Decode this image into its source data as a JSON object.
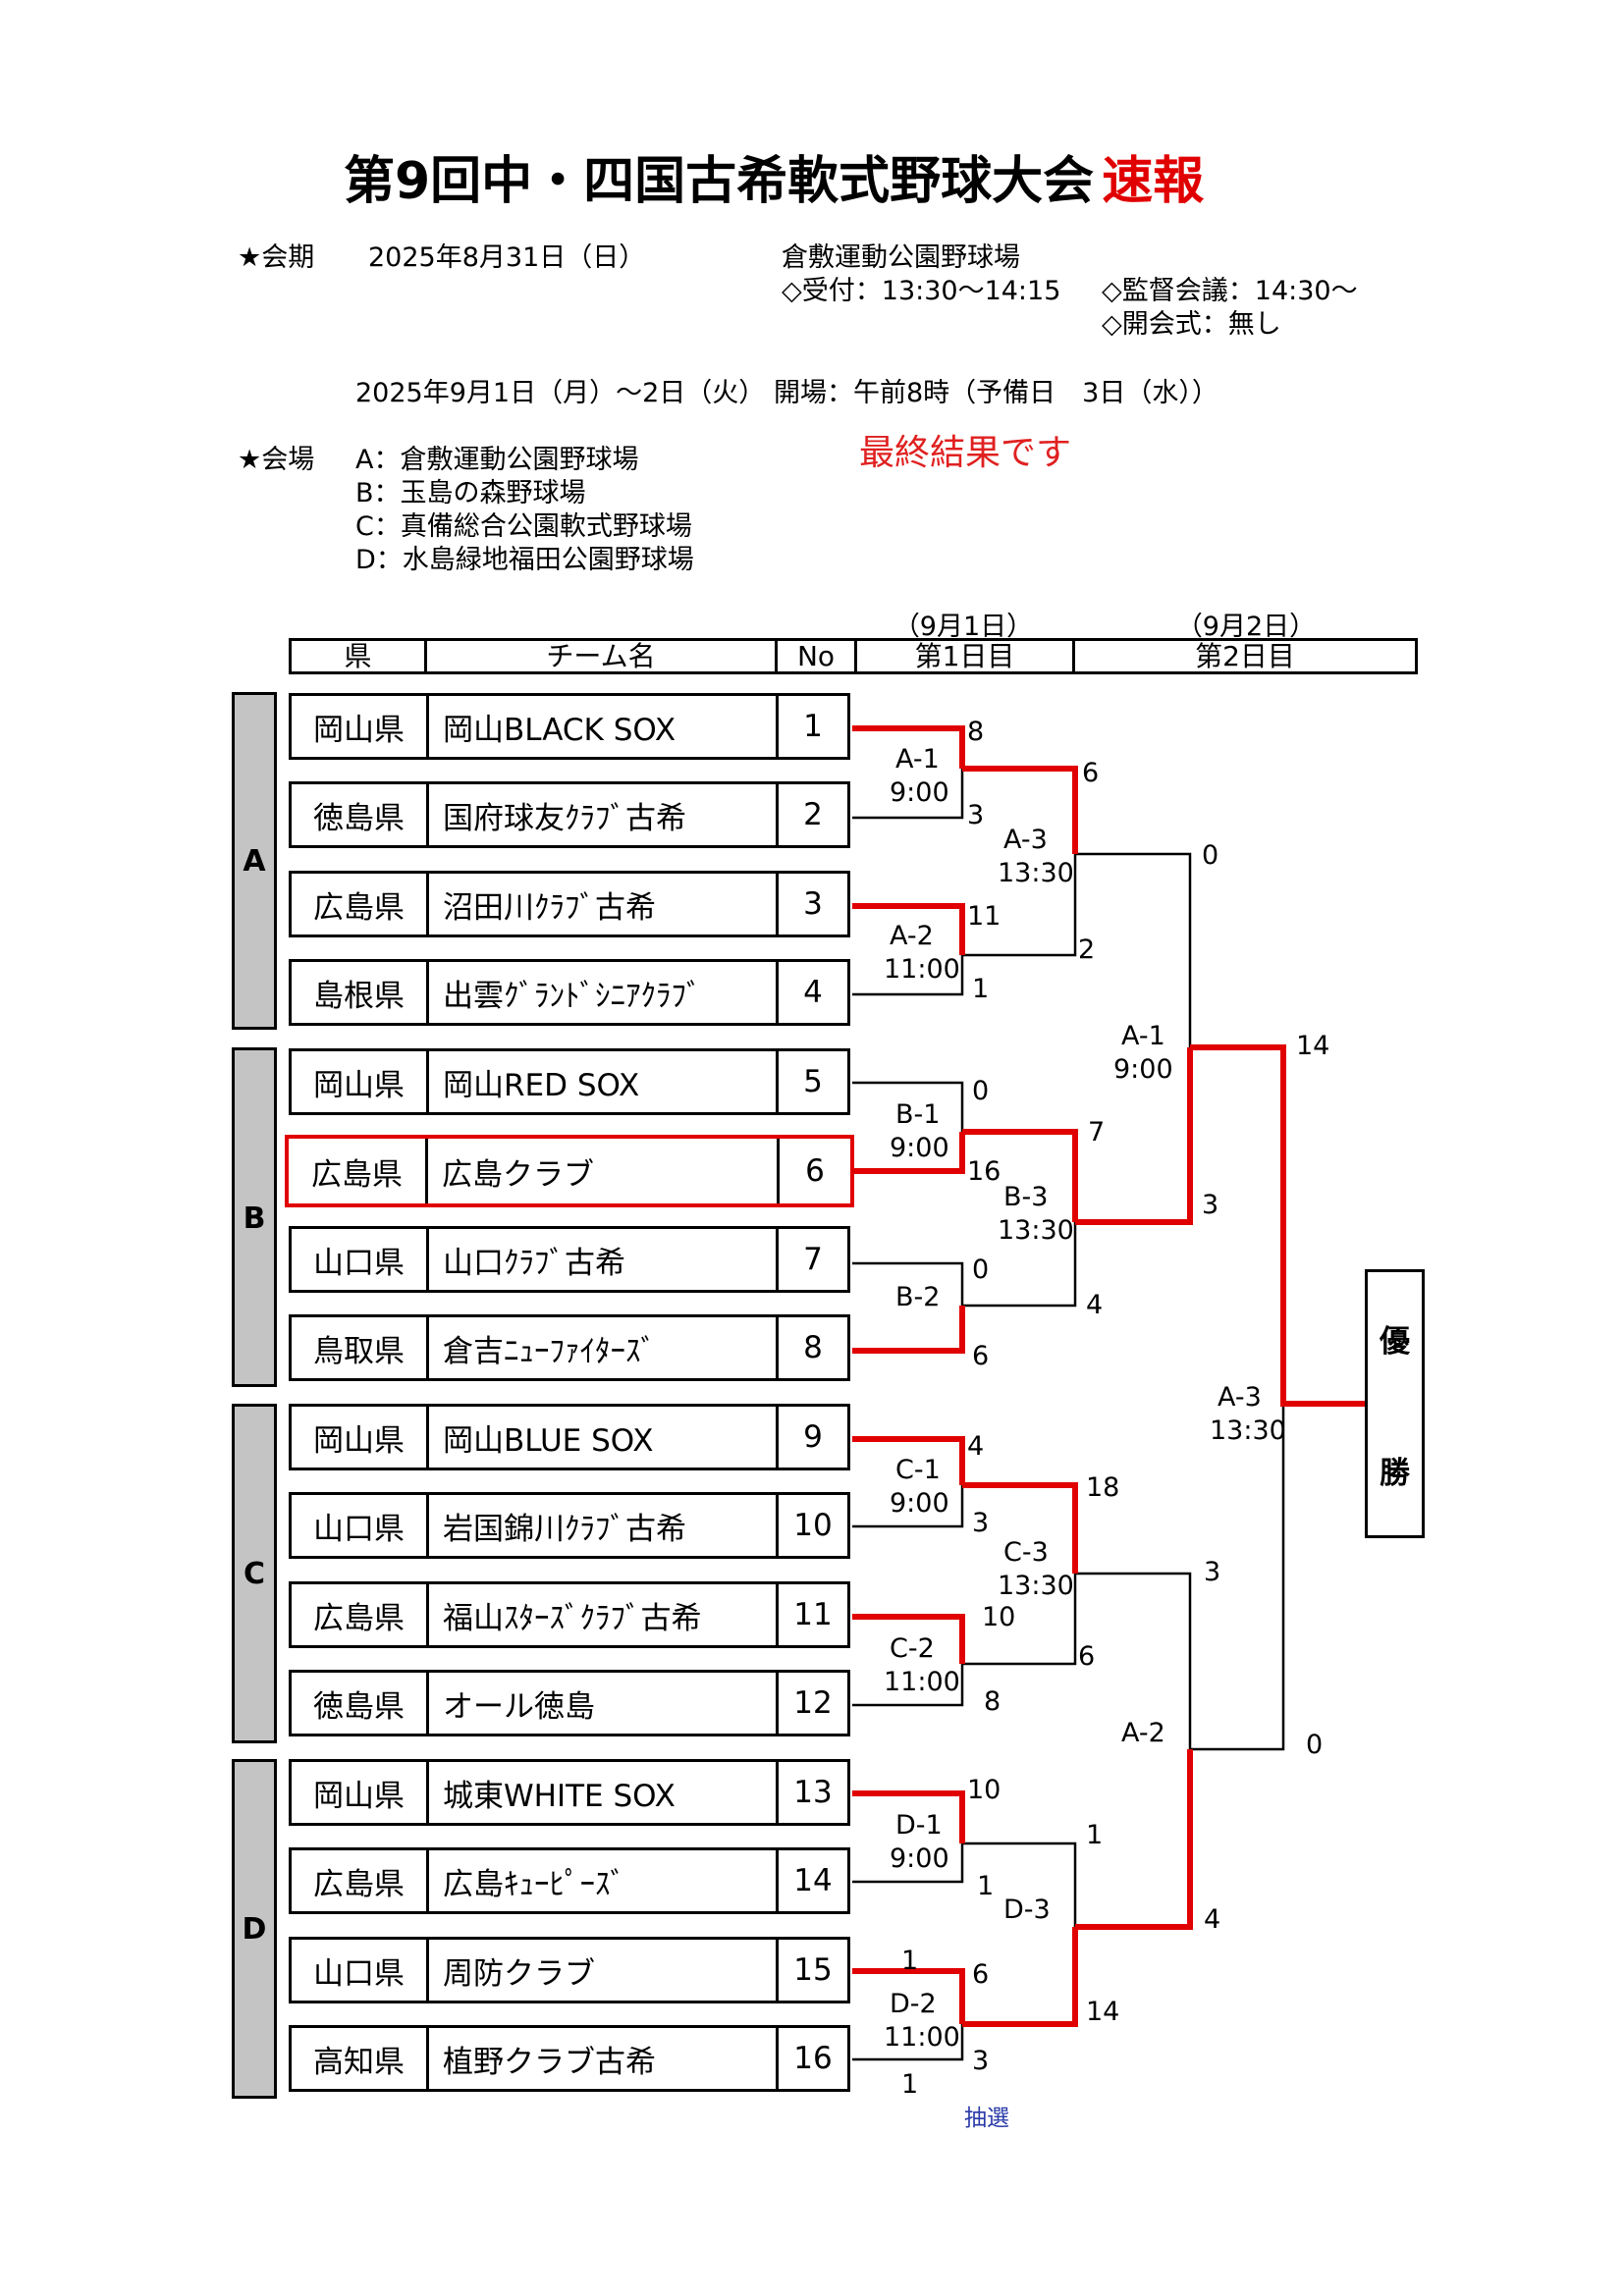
{
  "title": {
    "main": "第9回中・四国古希軟式野球大会",
    "flash": "速報"
  },
  "meeting": {
    "label": "★会期",
    "date": "2025年8月31日（日）",
    "venue": "倉敷運動公園野球場",
    "reception": "◇受付：13:30～14:15",
    "manager_meeting": "◇監督会議：14:30～",
    "opening": "◇開会式：無し"
  },
  "schedule": {
    "dates": "2025年9月1日（月）～2日（火）",
    "opening_time": "開場：午前8時（予備日　3日（水））"
  },
  "venues": {
    "label": "★会場",
    "list": [
      "A：倉敷運動公園野球場",
      "B：玉島の森野球場",
      "C：真備総合公園軟式野球場",
      "D：水島緑地福田公園野球場"
    ]
  },
  "final_note": "最終結果です",
  "table_header": {
    "pref": "県",
    "team": "チーム名",
    "no": "No",
    "day1": "第1日目",
    "day2": "第2日目"
  },
  "day_dates": {
    "day1": "（9月1日）",
    "day2": "（9月2日）"
  },
  "groups": [
    "A",
    "B",
    "C",
    "D"
  ],
  "teams": [
    {
      "pref": "岡山県",
      "name": "岡山BLACK SOX",
      "no": "1"
    },
    {
      "pref": "徳島県",
      "name": "国府球友ｸﾗﾌﾞ古希",
      "no": "2"
    },
    {
      "pref": "広島県",
      "name": "沼田川ｸﾗﾌﾞ古希",
      "no": "3"
    },
    {
      "pref": "島根県",
      "name": "出雲ｸﾞﾗﾝﾄﾞｼﾆｱｸﾗﾌﾞ",
      "no": "4"
    },
    {
      "pref": "岡山県",
      "name": "岡山RED SOX",
      "no": "5"
    },
    {
      "pref": "広島県",
      "name": "広島クラブ",
      "no": "6"
    },
    {
      "pref": "山口県",
      "name": "山口ｸﾗﾌﾞ古希",
      "no": "7"
    },
    {
      "pref": "鳥取県",
      "name": "倉吉ﾆｭｰﾌｧｲﾀｰｽﾞ",
      "no": "8"
    },
    {
      "pref": "岡山県",
      "name": "岡山BLUE SOX",
      "no": "9"
    },
    {
      "pref": "山口県",
      "name": "岩国錦川ｸﾗﾌﾞ古希",
      "no": "10"
    },
    {
      "pref": "広島県",
      "name": "福山ｽﾀｰｽﾞｸﾗﾌﾞ古希",
      "no": "11"
    },
    {
      "pref": "徳島県",
      "name": "オール徳島",
      "no": "12"
    },
    {
      "pref": "岡山県",
      "name": "城東WHITE SOX",
      "no": "13"
    },
    {
      "pref": "広島県",
      "name": "広島ｷｭｰﾋﾟｰｽﾞ",
      "no": "14"
    },
    {
      "pref": "山口県",
      "name": "周防クラブ",
      "no": "15"
    },
    {
      "pref": "高知県",
      "name": "植野クラブ古希",
      "no": "16"
    }
  ],
  "champion_team_no": "6",
  "games": [
    {
      "id": "g_a1",
      "code": "A-1",
      "time": "9:00",
      "top": "8",
      "bottom": "3",
      "winner": "top"
    },
    {
      "id": "g_a2",
      "code": "A-2",
      "time": "11:00",
      "top": "11",
      "bottom": "1",
      "winner": "top"
    },
    {
      "id": "g_b1",
      "code": "B-1",
      "time": "9:00",
      "top": "0",
      "bottom": "16",
      "winner": "bottom"
    },
    {
      "id": "g_b2",
      "code": "B-2",
      "time": "",
      "top": "0",
      "bottom": "6",
      "winner": "bottom"
    },
    {
      "id": "g_c1",
      "code": "C-1",
      "time": "9:00",
      "top": "4",
      "bottom": "3",
      "winner": "top"
    },
    {
      "id": "g_c2",
      "code": "C-2",
      "time": "11:00",
      "top": "10",
      "bottom": "8",
      "winner": "top"
    },
    {
      "id": "g_d1",
      "code": "D-1",
      "time": "9:00",
      "top": "10",
      "bottom": "1",
      "winner": "top"
    },
    {
      "id": "g_d2",
      "code": "D-2",
      "time": "11:00",
      "top": "1",
      "top_extra": "6",
      "bottom": "3",
      "bottom_extra": "1",
      "winner": "top"
    },
    {
      "id": "g_a3",
      "code": "A-3",
      "time": "13:30",
      "top": "6",
      "bottom": "2",
      "winner": "top"
    },
    {
      "id": "g_b3",
      "code": "B-3",
      "time": "13:30",
      "top": "7",
      "bottom": "4",
      "winner": "top"
    },
    {
      "id": "g_c3",
      "code": "C-3",
      "time": "13:30",
      "top": "18",
      "bottom": "6",
      "winner": "top"
    },
    {
      "id": "g_d3",
      "code": "D-3",
      "time": "",
      "top": "1",
      "bottom": "14",
      "winner": "bottom"
    },
    {
      "id": "g_sf1",
      "code": "A-1",
      "time": "9:00",
      "top": "0",
      "bottom": "3",
      "winner": "bottom"
    },
    {
      "id": "g_sf2",
      "code": "A-2",
      "time": "",
      "top": "3",
      "bottom": "4",
      "winner": "bottom"
    },
    {
      "id": "g_final",
      "code": "A-3",
      "time": "13:30",
      "top": "14",
      "bottom": "0",
      "winner": "top"
    }
  ],
  "champion_label": [
    "優",
    "勝"
  ],
  "draw_note": "抽選",
  "colors": {
    "winner_line": "#e00000",
    "loser_line": "#000000",
    "group_bar": "#c4c4c4",
    "title_accent": "#e00000",
    "final_note": "#e02020",
    "draw_note": "#2a3aa8"
  }
}
